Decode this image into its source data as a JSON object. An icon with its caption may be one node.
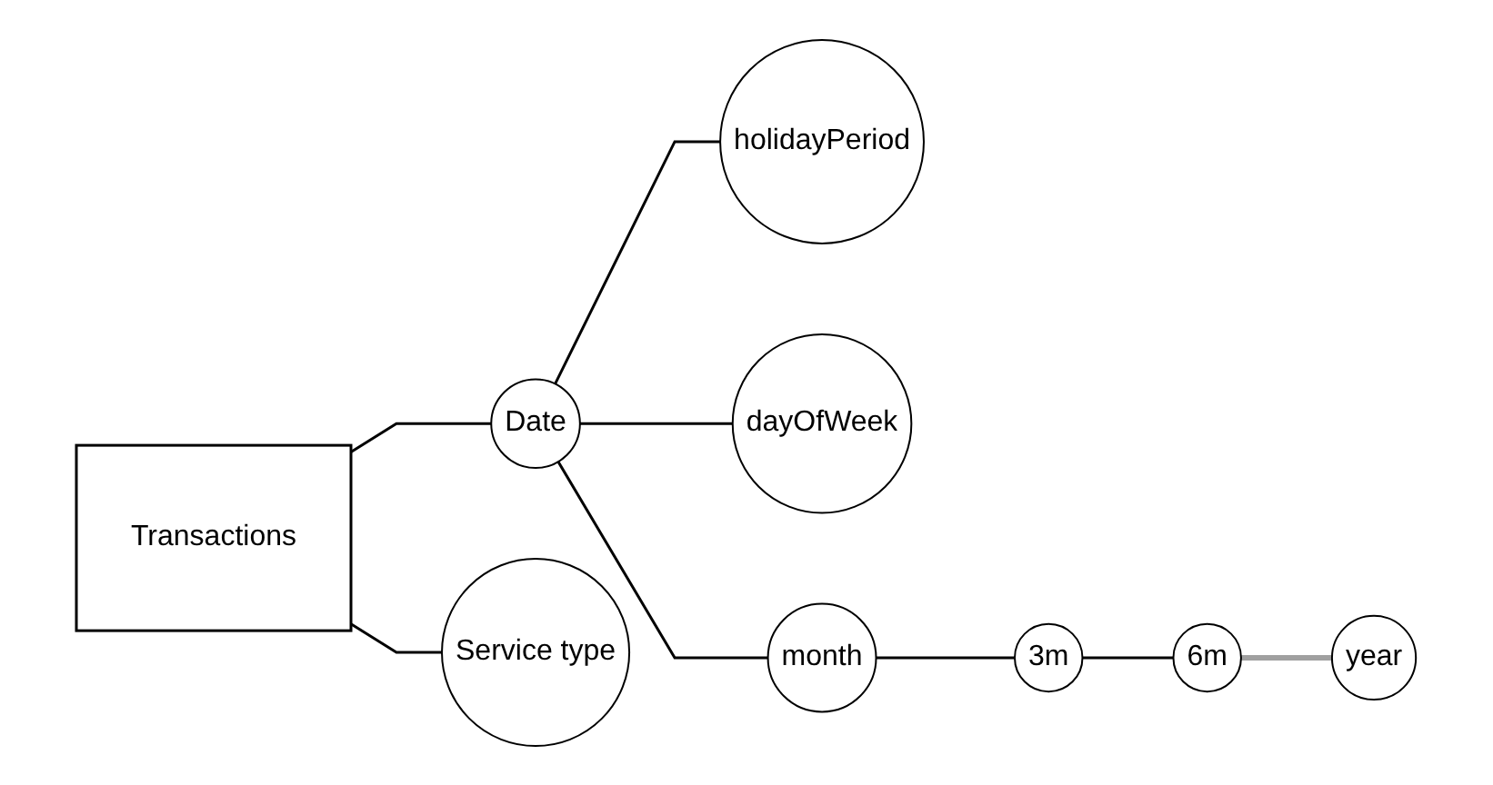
{
  "diagram": {
    "nodes": [
      {
        "text": [
          "Transactions"
        ]
      },
      {
        "text": [
          "Date"
        ]
      },
      {
        "text": [
          "holidayPeriod"
        ]
      },
      {
        "text": [
          "dayOfWeek"
        ]
      },
      {
        "text": [
          "month"
        ]
      },
      {
        "text": [
          "3m"
        ]
      },
      {
        "text": [
          "6m"
        ]
      },
      {
        "text": [
          "year"
        ]
      },
      {
        "text": [
          "Service type"
        ]
      }
    ],
    "edges": [
      {
        "from": 0,
        "to": 1,
        "arrow": "none"
      },
      {
        "from": 1,
        "to": 2,
        "arrow": "none"
      },
      {
        "from": 1,
        "to": 3,
        "arrow": "none"
      },
      {
        "from": 1,
        "to": 4,
        "arrow": "none"
      },
      {
        "from": 4,
        "to": 5,
        "arrow": "none"
      },
      {
        "from": 5,
        "to": 6,
        "arrow": "none"
      },
      {
        "from": 6,
        "to": 7,
        "arrow": "none",
        "style": "thick",
        "color": "#a0a0a0"
      },
      {
        "from": 0,
        "to": 8,
        "arrow": "none"
      }
    ]
  }
}
